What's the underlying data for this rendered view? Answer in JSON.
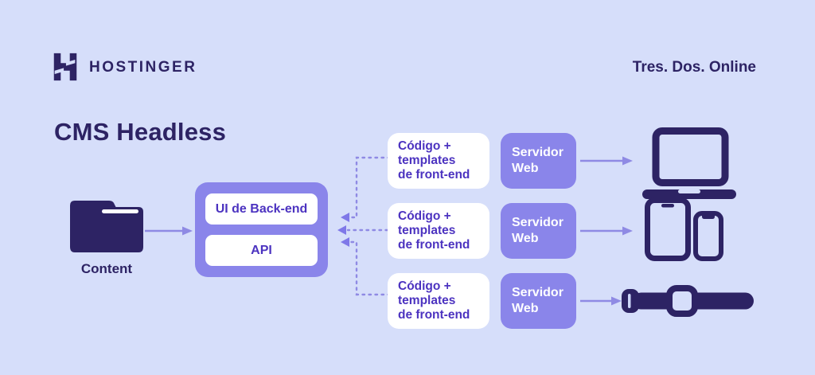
{
  "header": {
    "brand": "HOSTINGER",
    "tagline": "Tres. Dos. Online"
  },
  "title": "CMS Headless",
  "colors": {
    "background": "#d6defa",
    "dark_navy": "#2d2364",
    "purple_box": "#8a85ea",
    "violet_text": "#4c33c0",
    "arrow_purple": "#8f8ae4",
    "card_white": "#ffffff"
  },
  "diagram": {
    "source": {
      "icon": "folder-icon",
      "label": "Content"
    },
    "backend": {
      "card1": "UI de Back-end",
      "card2": "API"
    },
    "rows": [
      {
        "frontend": "Código +\ntemplates\nde front-end",
        "server": "Servidor\nWeb",
        "device_icon": "laptop-icon"
      },
      {
        "frontend": "Código +\ntemplates\nde front-end",
        "server": "Servidor\nWeb",
        "device_icon": "tablet-and-smartphone-icons"
      },
      {
        "frontend": "Código +\ntemplates\nde front-end",
        "server": "Servidor\nWeb",
        "device_icon": "smartwatch-icon"
      }
    ]
  }
}
